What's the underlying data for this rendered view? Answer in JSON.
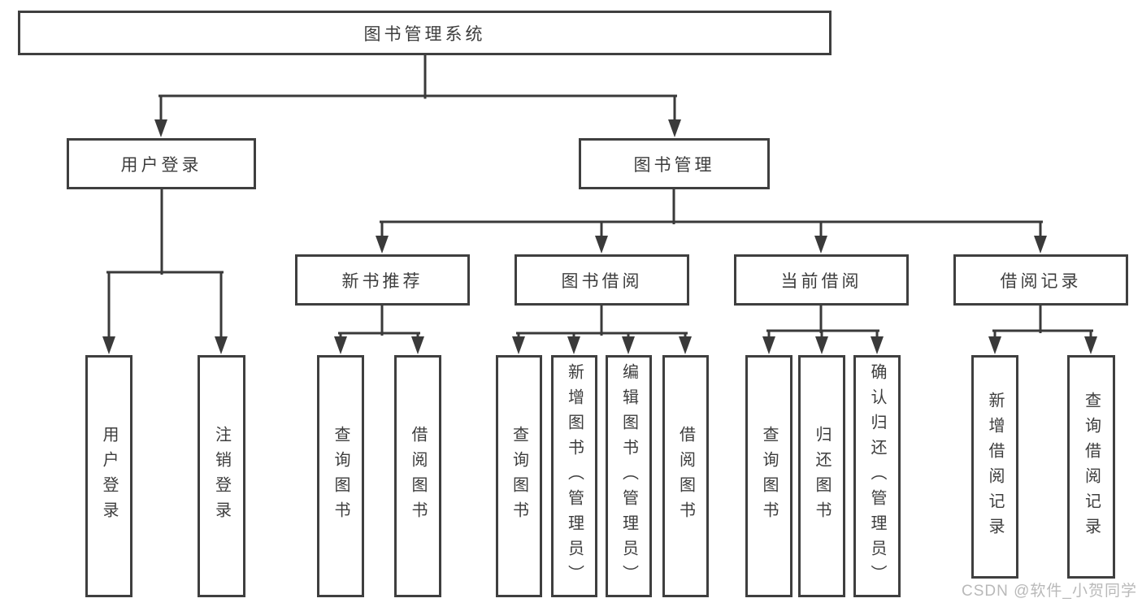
{
  "diagram": {
    "root": "图书管理系统",
    "level2": [
      "用户登录",
      "图书管理"
    ],
    "level3": [
      "新书推荐",
      "图书借阅",
      "当前借阅",
      "借阅记录"
    ],
    "leaves_login": [
      "用户登录",
      "注销登录"
    ],
    "leaves_recommend": [
      "查询图书",
      "借阅图书"
    ],
    "leaves_borrow": [
      "查询图书",
      "新增图书（管理员）",
      "编辑图书（管理员）",
      "借阅图书"
    ],
    "leaves_current": [
      "查询图书",
      "归还图书",
      "确认归还（管理员）"
    ],
    "leaves_record": [
      "新增借阅记录",
      "查询借阅记录"
    ]
  },
  "watermark": "CSDN @软件_小贺同学",
  "colors": {
    "line": "#3a3a3a",
    "box_border": "#3f3f3f",
    "text": "#3d3d3d",
    "watermark": "#b9b9b9",
    "background": "#ffffff"
  }
}
